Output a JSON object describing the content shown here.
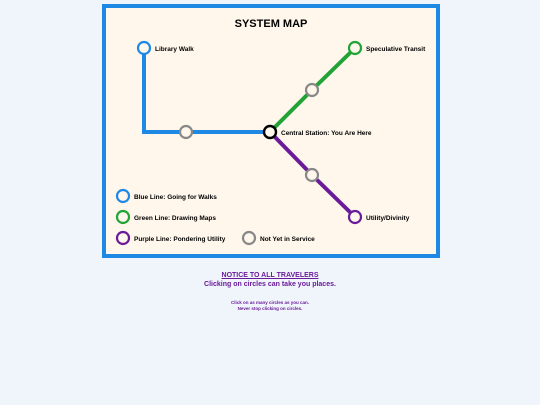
{
  "map": {
    "title": "SYSTEM MAP",
    "stations": {
      "library_walk": "Library Walk",
      "speculative_transit": "Speculative Transit",
      "central_station": "Central Station: You Are Here",
      "utility_divinity": "Utility/Divinity"
    },
    "legend": {
      "blue": "Blue Line: Going for Walks",
      "green": "Green Line: Drawing Maps",
      "purple": "Purple Line: Pondering Utility",
      "grey": "Not Yet in Service"
    },
    "colors": {
      "blue": "#1e88e5",
      "green": "#21a336",
      "purple": "#6a1b9a",
      "grey": "#888888",
      "central": "#000000",
      "background": "#fff7ec"
    }
  },
  "notice": {
    "heading": "NOTICE TO ALL TRAVELERS",
    "subheading": "Clicking on circles can take you places.",
    "small_line1": "Click on as many circles as you can.",
    "small_line2": "Never stop clicking on circles."
  }
}
